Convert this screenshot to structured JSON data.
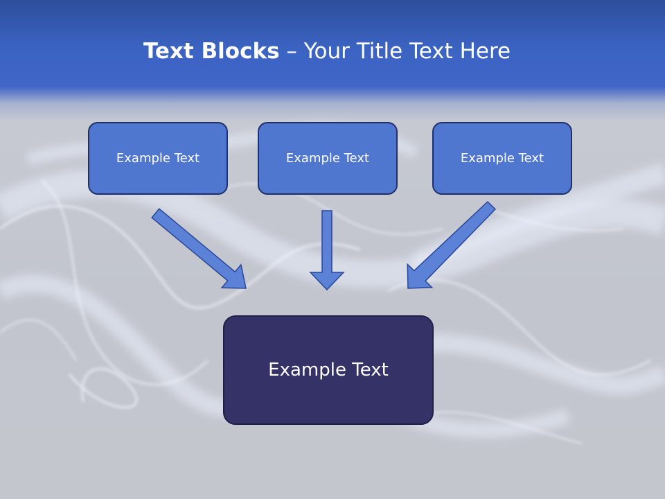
{
  "title": {
    "bold": "Text Blocks",
    "rest": " – Your Title Text Here"
  },
  "blocks": {
    "top": [
      {
        "label": "Example Text"
      },
      {
        "label": "Example Text"
      },
      {
        "label": "Example Text"
      }
    ],
    "bottom": {
      "label": "Example Text"
    }
  },
  "colors": {
    "header": "#3b63c2",
    "small_block": "#4f77d0",
    "big_block": "#343266",
    "arrow": "#5b82d6",
    "arrow_stroke": "#2a4596"
  }
}
